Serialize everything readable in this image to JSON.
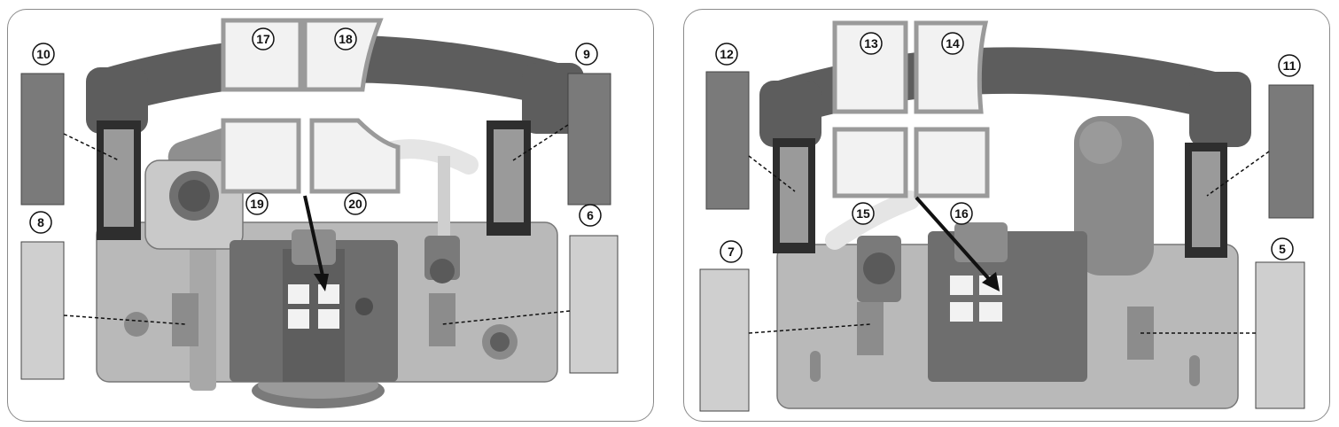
{
  "panels": [
    {
      "callouts": [
        "17",
        "18",
        "19",
        "20",
        "10",
        "9",
        "8",
        "6"
      ]
    },
    {
      "callouts": [
        "13",
        "14",
        "15",
        "16",
        "12",
        "11",
        "7",
        "5"
      ]
    }
  ],
  "colors": {
    "arch": "#5d5d5d",
    "body": "#b9b9b9",
    "door": "#6e6e6e",
    "tile": "#f2f2f2",
    "frame": "#9a9a9a",
    "stripe": "#8c8c8c",
    "line": "#111111"
  }
}
